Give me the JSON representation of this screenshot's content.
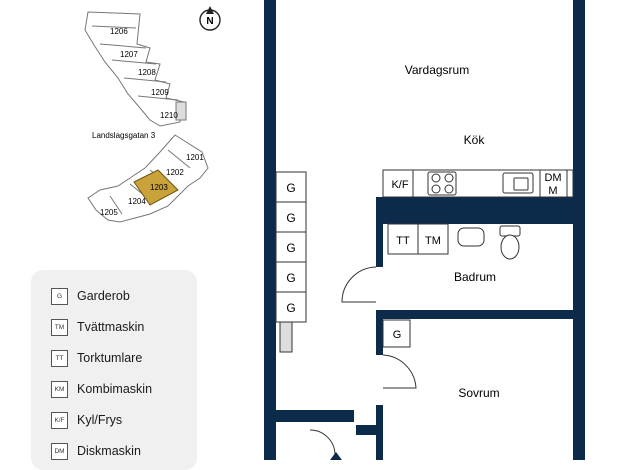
{
  "key_map": {
    "compass": "N",
    "street": "Landslagsgatan 3",
    "units_upper": [
      "1206",
      "1207",
      "1208",
      "1209",
      "1210"
    ],
    "units_lower": [
      "1201",
      "1202",
      "1203",
      "1204",
      "1205"
    ],
    "highlighted_unit": "1203",
    "highlight_color": "#c9a23a"
  },
  "legend": {
    "items": [
      {
        "code": "G",
        "label": "Garderob"
      },
      {
        "code": "TM",
        "label": "Tvättmaskin"
      },
      {
        "code": "TT",
        "label": "Torktumlare"
      },
      {
        "code": "KM",
        "label": "Kombimaskin"
      },
      {
        "code": "K/F",
        "label": "Kyl/Frys"
      },
      {
        "code": "DM",
        "label": "Diskmaskin"
      }
    ]
  },
  "floorplan": {
    "wall_color": "#0c2a4a",
    "rooms": {
      "living": "Vardagsrum",
      "kitchen": "Kök",
      "bathroom": "Badrum",
      "bedroom": "Sovrum"
    },
    "fixtures": {
      "fridge": "K/F",
      "dishwasher_line1": "DM",
      "dishwasher_line2": "M",
      "dryer": "TT",
      "washer": "TM",
      "bedroom_wardrobe": "G",
      "hall_wardrobes": [
        "G",
        "G",
        "G",
        "G",
        "G"
      ]
    }
  }
}
